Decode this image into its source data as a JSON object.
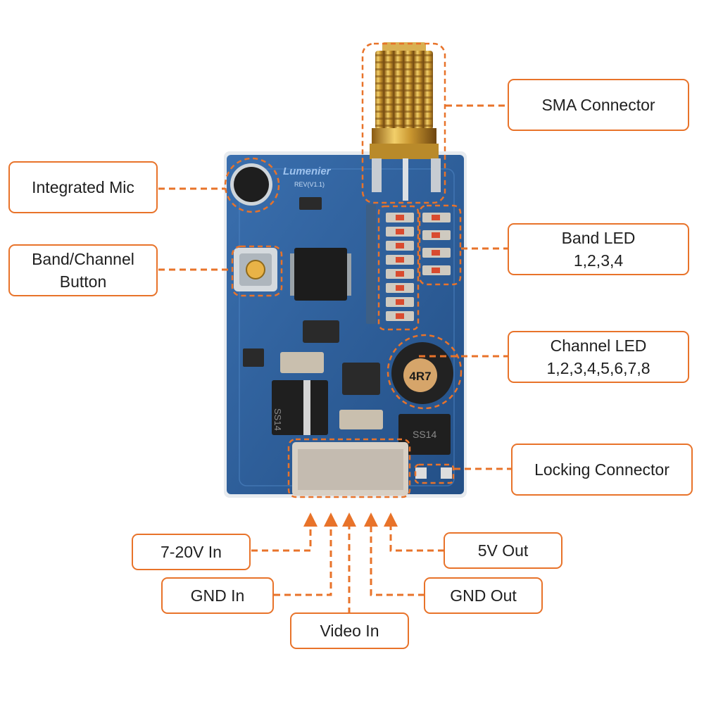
{
  "board": {
    "brand": "Lumenier",
    "revision": "REV(V1.1)",
    "inductor_marking": "4R7",
    "diode_marking": "SS14"
  },
  "labels": {
    "sma_connector": "SMA Connector",
    "integrated_mic": "Integrated Mic",
    "band_channel_button": {
      "line1": "Band/Channel",
      "line2": "Button"
    },
    "band_led": {
      "line1": "Band LED",
      "line2": "1,2,3,4"
    },
    "channel_led": {
      "line1": "Channel LED",
      "line2": "1,2,3,4,5,6,7,8"
    },
    "locking_connector": "Locking Connector",
    "v_in": "7-20V In",
    "gnd_in": "GND In",
    "video_in": "Video In",
    "gnd_out": "GND Out",
    "v_out": "5V Out"
  },
  "colors": {
    "accent_orange": "#e8732a",
    "pcb_blue": "#2d5c99",
    "gold": "#c9962f"
  }
}
